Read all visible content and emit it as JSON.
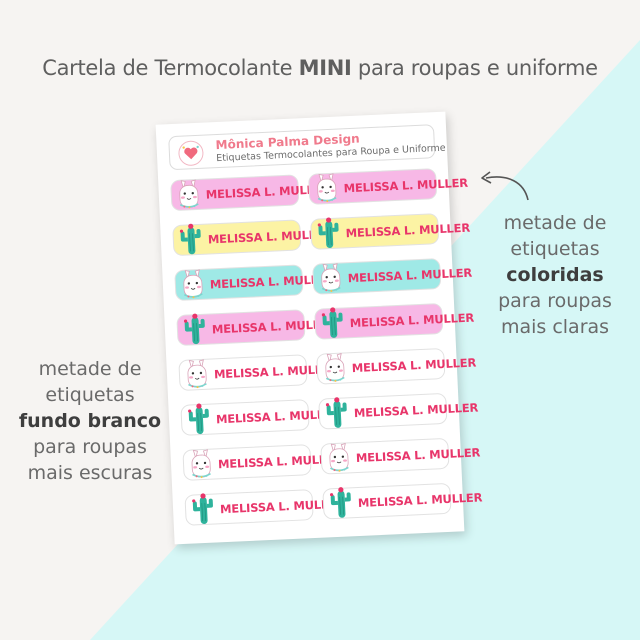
{
  "headline": {
    "prefix": "Cartela de Termocolante ",
    "highlight": "MINI",
    "suffix": " para roupas e uniforme"
  },
  "note_right": {
    "line1": "metade de",
    "line2": "etiquetas",
    "line3_strong": "coloridas",
    "line4": "para roupas",
    "line5": "mais claras"
  },
  "note_left": {
    "line1": "metade de",
    "line2": "etiquetas",
    "line3_strong": "fundo branco",
    "line4": "para roupas",
    "line5": "mais escuras"
  },
  "sheet": {
    "brand_name": "Mônica Palma Design",
    "brand_subtitle": "Etiquetas Termocolantes para Roupa e Uniforme",
    "labels": [
      {
        "name": "MELISSA L. MULLER",
        "icon": "llama-icon",
        "bg": "#f7b8e6"
      },
      {
        "name": "MELISSA L. MULLER",
        "icon": "llama-icon",
        "bg": "#f7b8e6"
      },
      {
        "name": "MELISSA L. MULLER",
        "icon": "cactus-icon",
        "bg": "#fcf3a4"
      },
      {
        "name": "MELISSA L. MULLER",
        "icon": "cactus-icon",
        "bg": "#fcf3a4"
      },
      {
        "name": "MELISSA L. MULLER",
        "icon": "llama-icon",
        "bg": "#9fe9e6"
      },
      {
        "name": "MELISSA L. MULLER",
        "icon": "llama-icon",
        "bg": "#9fe9e6"
      },
      {
        "name": "MELISSA L. MULLER",
        "icon": "cactus-icon",
        "bg": "#f7b8e6"
      },
      {
        "name": "MELISSA L. MULLER",
        "icon": "cactus-icon",
        "bg": "#f7b8e6"
      },
      {
        "name": "MELISSA L. MULLER",
        "icon": "llama-icon",
        "bg": "#ffffff"
      },
      {
        "name": "MELISSA L. MULLER",
        "icon": "llama-icon",
        "bg": "#ffffff"
      },
      {
        "name": "MELISSA L. MULLER",
        "icon": "cactus-icon",
        "bg": "#ffffff"
      },
      {
        "name": "MELISSA L. MULLER",
        "icon": "cactus-icon",
        "bg": "#ffffff"
      },
      {
        "name": "MELISSA L. MULLER",
        "icon": "llama-icon",
        "bg": "#ffffff"
      },
      {
        "name": "MELISSA L. MULLER",
        "icon": "llama-icon",
        "bg": "#ffffff"
      },
      {
        "name": "MELISSA L. MULLER",
        "icon": "cactus-icon",
        "bg": "#ffffff"
      },
      {
        "name": "MELISSA L. MULLER",
        "icon": "cactus-icon",
        "bg": "#ffffff"
      }
    ]
  },
  "colors": {
    "background_light": "#f6f4f2",
    "background_mint": "#d6f7f6",
    "name_pink": "#e8356a",
    "brand_coral": "#f07a8c"
  }
}
